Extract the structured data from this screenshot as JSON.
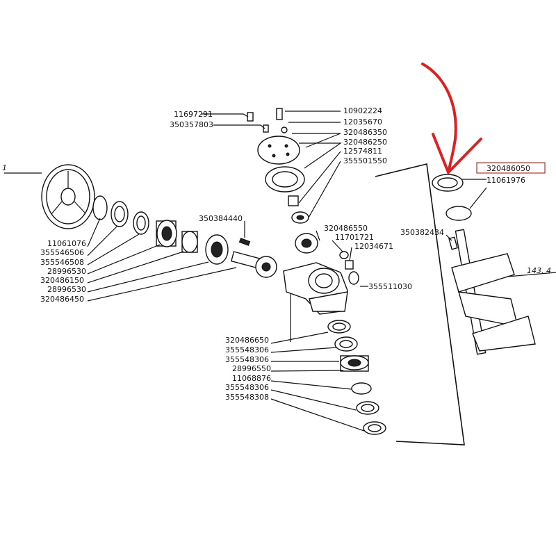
{
  "ref_left": "1",
  "ref_right": "143. 4",
  "highlight_color": "#e02020",
  "arrow_color": "#e02020",
  "labels_top": [
    "11697291",
    "350357803"
  ],
  "labels_top_right": [
    "10902224",
    "12035670",
    "320486350",
    "320486250",
    "12574811",
    "355501550"
  ],
  "label_pin": "350384440",
  "labels_gear": [
    "320486550",
    "11701721",
    "12034671"
  ],
  "label_housing_right": "355511030",
  "labels_left": [
    "11061076",
    "355546506",
    "355546508",
    "28996530",
    "320486150",
    "28996530",
    "320486450"
  ],
  "labels_bottom": [
    "320486650",
    "355548306",
    "355548306",
    "28996550",
    "11068876",
    "355548306",
    "355548308"
  ],
  "labels_auger": [
    "320486050",
    "11061976",
    "350382434"
  ]
}
